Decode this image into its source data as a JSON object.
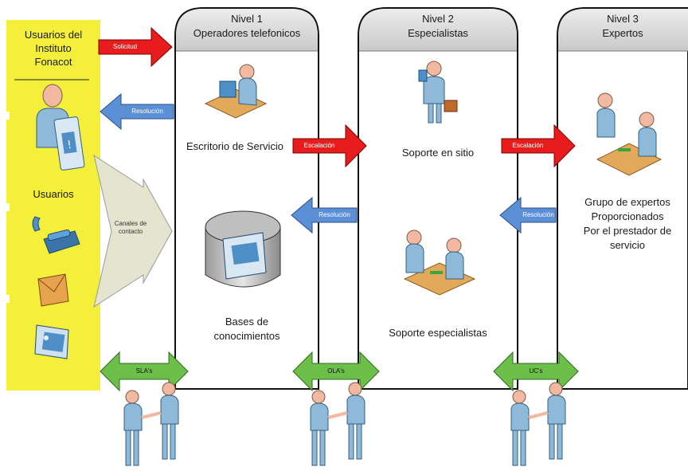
{
  "user_panel": {
    "title_line1": "Usuarios del",
    "title_line2": "Instituto",
    "title_line3": "Fonacot",
    "users_label": "Usuarios",
    "panel_color": "#f3ef3a"
  },
  "levels": [
    {
      "title": "Nivel 1",
      "subtitle": "Operadores telefonicos"
    },
    {
      "title": "Nivel 2",
      "subtitle": "Especialistas"
    },
    {
      "title": "Nivel 3",
      "subtitle": "Expertos"
    }
  ],
  "nodes": {
    "escritorio": "Escritorio de Servicio",
    "bases_line1": "Bases de",
    "bases_line2": "conocimientos",
    "soporte_sitio": "Soporte en sitio",
    "soporte_especialistas": "Soporte especialistas",
    "grupo_line1": "Grupo de expertos",
    "grupo_line2": "Proporcionados",
    "grupo_line3": "Por el prestador de",
    "grupo_line4": "servicio"
  },
  "arrows": {
    "solicitud": "Solicitud",
    "resolucion_1": "Resolución",
    "canales_line1": "Canales de",
    "canales_line2": "contacto",
    "escalacion_1": "Escalación",
    "resolucion_2": "Resolución",
    "escalacion_2": "Escalación",
    "resolucion_3": "Resolución",
    "sla_1": "SLA's",
    "sla_2": "OLA's",
    "sla_3": "UC's"
  },
  "colors": {
    "red_arrow": "#e81c1c",
    "blue_arrow": "#5b8fd6",
    "green_arrow": "#6cc04a",
    "beige_arrow": "#e4e4cf",
    "column_header": "#d9d9d9"
  }
}
